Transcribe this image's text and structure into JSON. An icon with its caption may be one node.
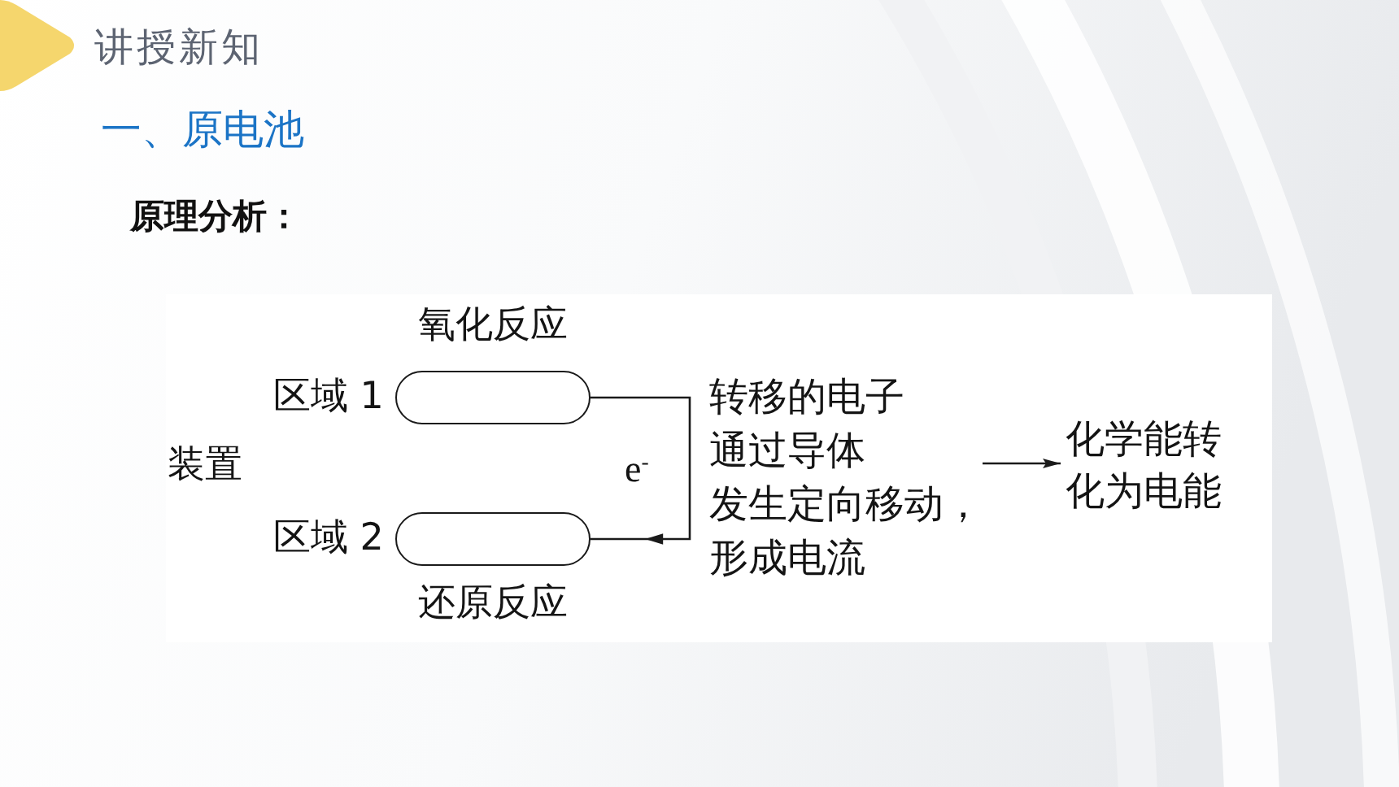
{
  "diagram": {
    "title": "一、原电池",
    "nodes": [
      {
        "text": [
          "氧化反应"
        ],
        "beside": [
          "区域 1"
        ]
      },
      {
        "text": [
          "还原反应"
        ],
        "beside": [
          "区域 2"
        ]
      },
      {
        "text": [
          "转移的电子通过导体发生定向移动，形成电流"
        ]
      },
      {
        "text": [
          "化学能转化为电能"
        ]
      }
    ],
    "edges": [
      {
        "from": 0,
        "to": 1,
        "arrow": "to",
        "label": "e$^{-}$"
      },
      {
        "from": 2,
        "to": 3,
        "arrow": "to"
      }
    ],
    "labels": [
      "讲授新知",
      "原理分析：",
      "装置"
    ]
  }
}
